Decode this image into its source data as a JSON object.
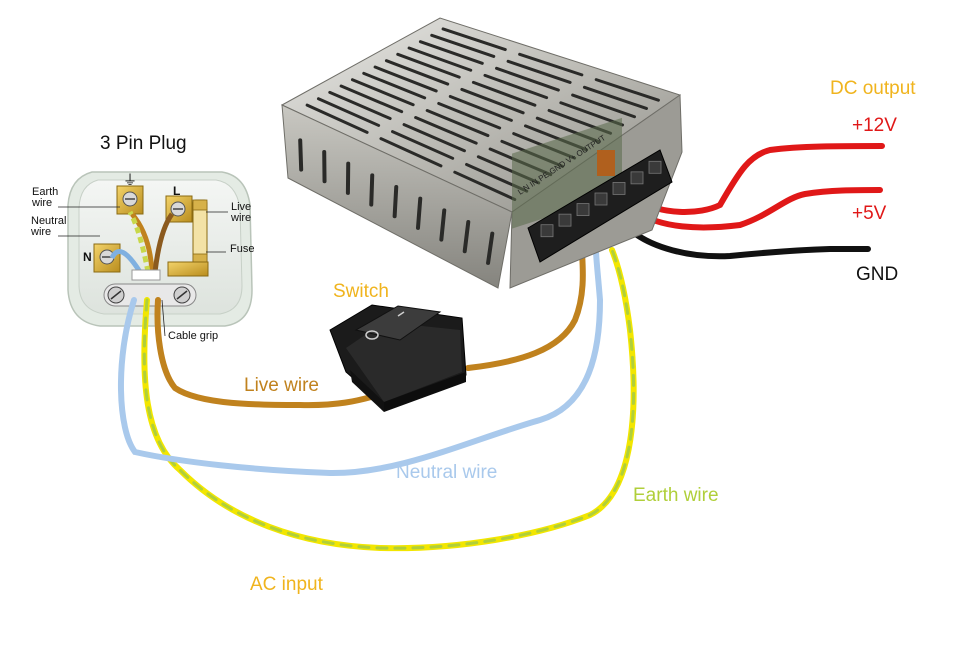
{
  "plug": {
    "title": "3 Pin Plug",
    "earth_label": "Earth\nwire",
    "neutral_label": "Neutral\nwire",
    "live_label": "Live\nwire",
    "fuse_label": "Fuse",
    "cable_grip_label": "Cable grip",
    "terminal_n": "N",
    "terminal_l": "L",
    "earth_symbol": "⏚"
  },
  "switch": {
    "title": "Switch"
  },
  "psu": {
    "panel_text": "L N IN  PE  GND V+ OUTPUT"
  },
  "wires": {
    "live": "Live wire",
    "neutral": "Neutral wire",
    "earth": "Earth wire",
    "ac_input": "AC input"
  },
  "dc": {
    "title": "DC output",
    "v12": "+12V",
    "v5": "+5V",
    "gnd": "GND"
  },
  "colors": {
    "label_orange": "#f0b41e",
    "live_brown": "#c0821e",
    "neutral_blue": "#a9c9ec",
    "earth_green": "#b0cf3a",
    "earth_yellow": "#f2e600",
    "dc_red": "#e01818",
    "dc_black": "#111111"
  }
}
